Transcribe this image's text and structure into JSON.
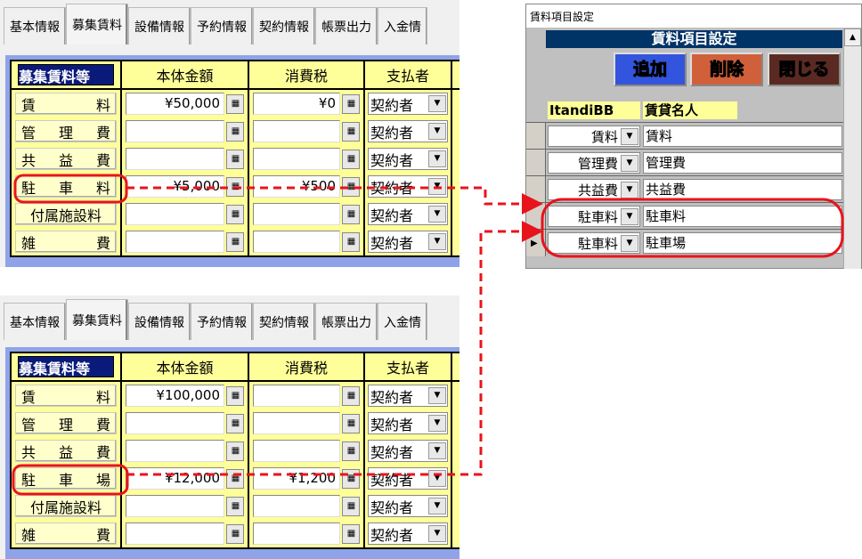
{
  "tabs": [
    "基本情報",
    "募集賃料",
    "設備情報",
    "予約情報",
    "契約情報",
    "帳票出力",
    "入金情"
  ],
  "top_form": {
    "headers": {
      "title": "募集賃料等",
      "amount": "本体金額",
      "tax": "消費税",
      "payer": "支払者"
    },
    "rows": [
      {
        "label": [
          "賃",
          "料"
        ],
        "amount": "¥50,000",
        "tax": "¥0",
        "payer": "契約者"
      },
      {
        "label": [
          "管",
          "理",
          "費"
        ],
        "amount": "",
        "tax": "",
        "payer": "契約者"
      },
      {
        "label": [
          "共",
          "益",
          "費"
        ],
        "amount": "",
        "tax": "",
        "payer": "契約者"
      },
      {
        "label": [
          "駐",
          "車",
          "料"
        ],
        "amount": "¥5,000",
        "tax": "¥500",
        "payer": "契約者"
      },
      {
        "label": [
          "付属施設料"
        ],
        "amount": "",
        "tax": "",
        "payer": "契約者"
      },
      {
        "label": [
          "雑",
          "費"
        ],
        "amount": "",
        "tax": "",
        "payer": "契約者"
      }
    ]
  },
  "bottom_form": {
    "headers": {
      "title": "募集賃料等",
      "amount": "本体金額",
      "tax": "消費税",
      "payer": "支払者"
    },
    "rows": [
      {
        "label": [
          "賃",
          "料"
        ],
        "amount": "¥100,000",
        "tax": "",
        "payer": "契約者"
      },
      {
        "label": [
          "管",
          "理",
          "費"
        ],
        "amount": "",
        "tax": "",
        "payer": "契約者"
      },
      {
        "label": [
          "共",
          "益",
          "費"
        ],
        "amount": "",
        "tax": "",
        "payer": "契約者"
      },
      {
        "label": [
          "駐",
          "車",
          "場"
        ],
        "amount": "¥12,000",
        "tax": "¥1,200",
        "payer": "契約者"
      },
      {
        "label": [
          "付属施設料"
        ],
        "amount": "",
        "tax": "",
        "payer": "契約者"
      },
      {
        "label": [
          "雑",
          "費"
        ],
        "amount": "",
        "tax": "",
        "payer": "契約者"
      }
    ]
  },
  "dialog": {
    "window_title": "賃料項目設定",
    "header": "賃料項目設定",
    "buttons": {
      "add": "追加",
      "delete": "削除",
      "close": "閉じる"
    },
    "columns": {
      "itandi": "ItandiBB",
      "name": "賃貸名人"
    },
    "rows": [
      {
        "itandi": "賃料",
        "name": "賃料"
      },
      {
        "itandi": "管理費",
        "name": "管理費"
      },
      {
        "itandi": "共益費",
        "name": "共益費"
      },
      {
        "itandi": "駐車料",
        "name": "駐車料"
      },
      {
        "itandi": "駐車料",
        "name": "駐車場"
      }
    ],
    "current_row": 4
  },
  "colors": {
    "annotation": "#e8141c",
    "navy": "#0a1a7a",
    "add": "#3355dd",
    "delete": "#d0603a",
    "close": "#5a2a22"
  }
}
